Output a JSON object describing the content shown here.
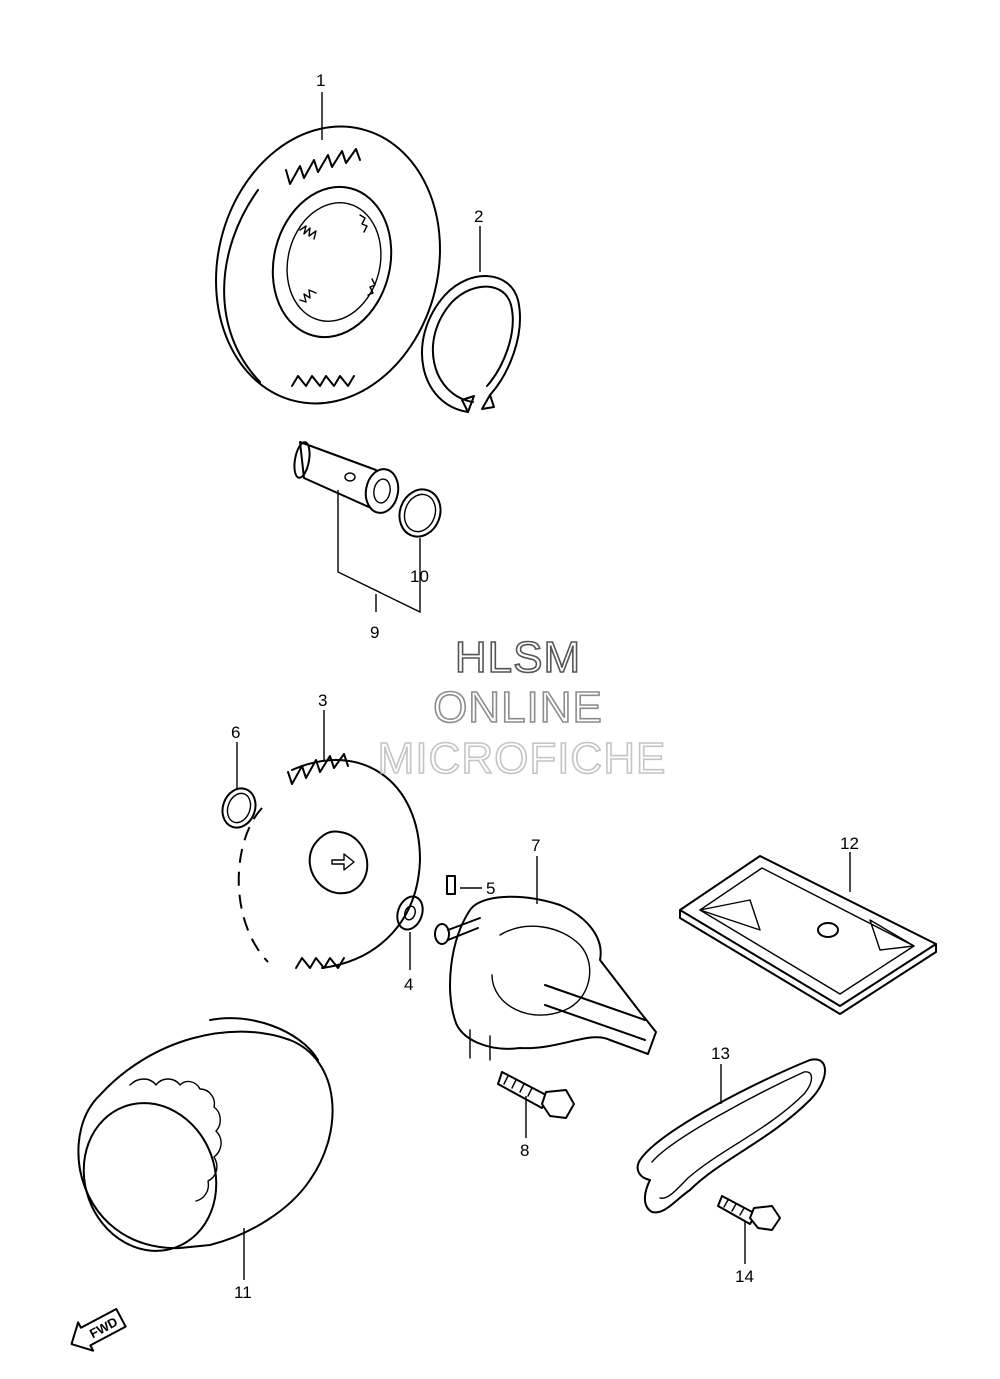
{
  "watermark": {
    "line1": "HLSM",
    "line2": "ONLINE",
    "line3": "MICROFICHE"
  },
  "callouts": [
    {
      "id": "c1",
      "label": "1"
    },
    {
      "id": "c2",
      "label": "2"
    },
    {
      "id": "c3",
      "label": "3"
    },
    {
      "id": "c4",
      "label": "4"
    },
    {
      "id": "c5",
      "label": "5"
    },
    {
      "id": "c6",
      "label": "6"
    },
    {
      "id": "c7",
      "label": "7"
    },
    {
      "id": "c8",
      "label": "8"
    },
    {
      "id": "c9",
      "label": "9"
    },
    {
      "id": "c10",
      "label": "10"
    },
    {
      "id": "c11",
      "label": "11"
    },
    {
      "id": "c12",
      "label": "12"
    },
    {
      "id": "c13",
      "label": "13"
    },
    {
      "id": "c14",
      "label": "14"
    }
  ],
  "direction_arrow": {
    "label": "FWD"
  },
  "colors": {
    "line": "#000000",
    "background": "#ffffff",
    "watermark_dark": "#555555",
    "watermark_mid": "#8c8c8c",
    "watermark_light": "#c4c4c4"
  }
}
